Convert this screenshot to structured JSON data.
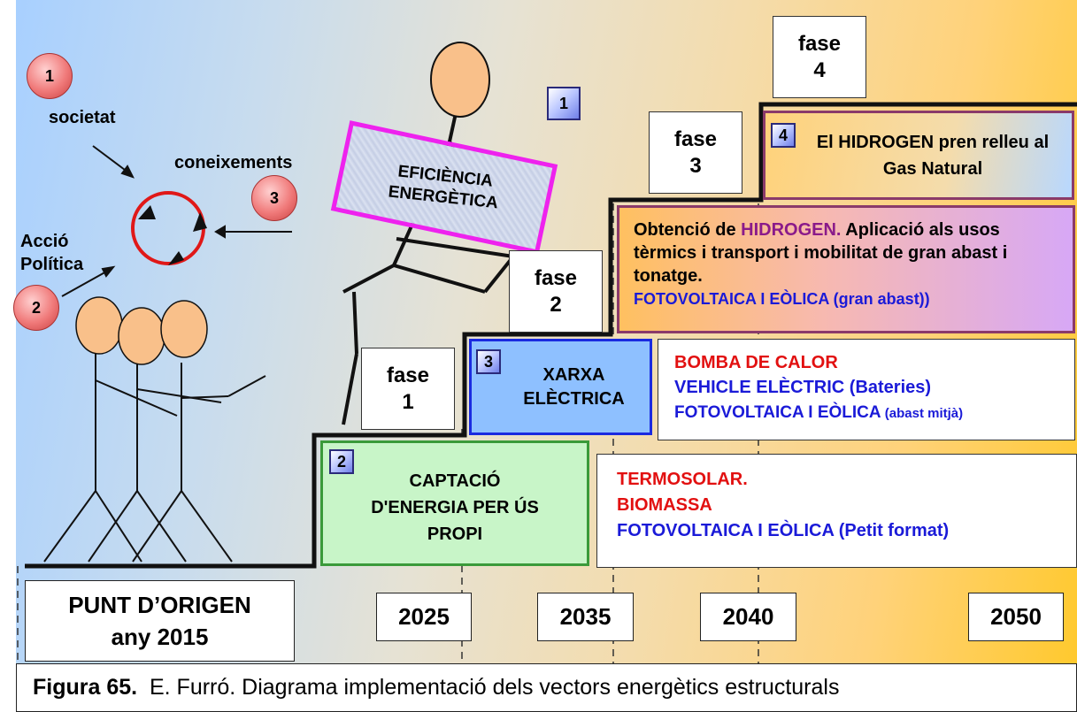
{
  "left_loop": {
    "societat": {
      "number": "1",
      "label": "societat"
    },
    "accio_politica": {
      "number": "2",
      "label": "Acció\nPolítica"
    },
    "coneixements": {
      "number": "3",
      "label": "coneixements"
    }
  },
  "eficiencia": {
    "badge": "1",
    "label": "EFICIÈNCIA ENERGÈTICA"
  },
  "phases": [
    {
      "label": "fase",
      "number": "1"
    },
    {
      "label": "fase",
      "number": "2"
    },
    {
      "label": "fase",
      "number": "3"
    },
    {
      "label": "fase",
      "number": "4"
    }
  ],
  "steps": {
    "captacio": {
      "badge": "2",
      "label": "CAPTACIÓ D'ENERGIA PER ÚS PROPI"
    },
    "xarxa": {
      "badge": "3",
      "label": "XARXA ELÈCTRICA"
    },
    "hidrogen_relleu": {
      "badge": "4",
      "label": "El HIDROGEN pren relleu al Gas Natural"
    }
  },
  "hydrogen_box": {
    "prefix": "Obtenció de ",
    "highlight": "HIDROGEN.",
    "text": " Aplicació als usos tèrmics i transport i mobilitat de gran abast i tonatge.",
    "tech": "FOTOVOLTAICA I EÒLICA (gran abast))"
  },
  "fase2_box": {
    "line1": "BOMBA DE CALOR",
    "line2": "VEHICLE ELÈCTRIC (Bateries)",
    "line3_main": "FOTOVOLTAICA I EÒLICA",
    "line3_small": " (abast mitjà)"
  },
  "fase1_box": {
    "line1": "TERMOSOLAR.",
    "line2": "BIOMASSA",
    "line3": "FOTOVOLTAICA I EÒLICA (Petit format)"
  },
  "origin": {
    "line1": "PUNT D’ORIGEN",
    "line2": "any 2015"
  },
  "years": [
    "2025",
    "2035",
    "2040",
    "2050"
  ],
  "caption": {
    "bold": "Figura 65.",
    "text": "  E. Furró. Diagrama implementació dels vectors energètics estructurals"
  },
  "colors": {
    "red": "#e21010",
    "blue": "#1a1ad8",
    "purple": "#8a1a8a",
    "magenta_frame": "#ee22ee",
    "green_box": "#c8f5c8",
    "blue_box": "#8ec0ff"
  }
}
